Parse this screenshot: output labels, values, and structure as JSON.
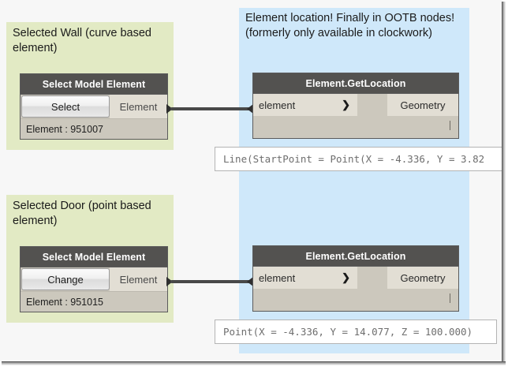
{
  "app": {
    "name": "Dynamo graph screenshot"
  },
  "groups": [
    {
      "id": "wall-group",
      "note": "Selected Wall (curve based element)",
      "color": "#e2eac4",
      "node": {
        "title": "Select Model Element",
        "button_label": "Select",
        "output_label": "Element",
        "status": "Element : 951007"
      }
    },
    {
      "id": "door-group",
      "note": "Selected Door (point based element)",
      "color": "#e2eac4",
      "node": {
        "title": "Select Model Element",
        "button_label": "Change",
        "output_label": "Element",
        "status": "Element : 951015"
      }
    }
  ],
  "blue_group": {
    "color": "#cfe8fa",
    "note": "Element location! Finally in OOTB nodes! (formerly only available in clockwork)",
    "nodes": [
      {
        "id": "getlocation-top",
        "title": "Element.GetLocation",
        "input_label": "element",
        "input_chevron": "❯",
        "output_label": "Geometry"
      },
      {
        "id": "getlocation-bottom",
        "title": "Element.GetLocation",
        "input_label": "element",
        "input_chevron": "❯",
        "output_label": "Geometry"
      }
    ]
  },
  "previews": [
    {
      "id": "preview-line",
      "text": "Line(StartPoint = Point(X = -4.336, Y = 3.82"
    },
    {
      "id": "preview-point",
      "text": "Point(X = -4.336, Y = 14.077, Z = 100.000)"
    }
  ],
  "colors": {
    "node_header": "#535250",
    "node_body": "#ccc8bd",
    "slot": "#e2ded4",
    "green_group": "#e2eac4",
    "blue_group": "#cfe8fa",
    "wire": "#494949",
    "canvas": "#f7f7f7"
  }
}
